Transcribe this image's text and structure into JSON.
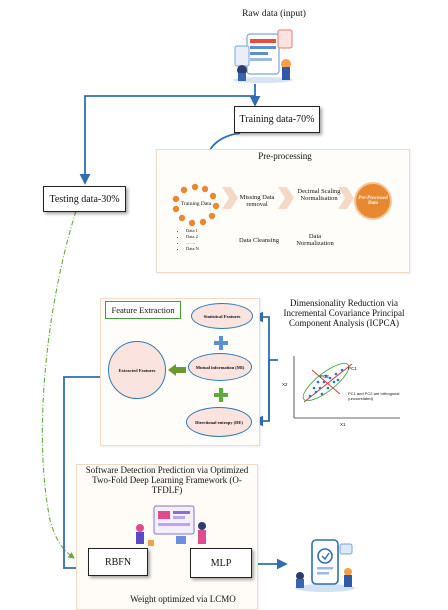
{
  "raw_data": {
    "label": "Raw data (input)"
  },
  "training": {
    "label": "Training data-70%"
  },
  "testing": {
    "label": "Testing data-30%"
  },
  "preprocessing": {
    "title": "Pre-processing",
    "training_data_label": "Training Data",
    "data_list": [
      "Data 1",
      "Data 2",
      "........",
      "Data N"
    ],
    "step1": "Missing Data removal",
    "step2": "Decimal Scaling Normalisation",
    "output": "Pre-Processed Data",
    "caption1": "Data Cleansing",
    "caption2": "Data Normalization"
  },
  "feature_extraction": {
    "title": "Feature Extraction",
    "statistical": "Statistical Features",
    "mutual": "Mutual information (MI)",
    "directional": "Directional entropy (DE)",
    "extracted": "Extracted Features"
  },
  "icpca": {
    "title": "Dimensionality Reduction via Incremental Covariance Principal Component Analysis (ICPCA)",
    "pc1": "PC1",
    "pc2": "PC2",
    "note": "PC1 and PC2 are orthogonal (uncorrelated)",
    "x_axis": "X1",
    "y_axis": "X2"
  },
  "prediction": {
    "title": "Software Detection Prediction via Optimized Two-Fold Deep Learning Framework (O-TFDLF)",
    "rbfn": "RBFN",
    "mlp": "MLP",
    "weight": "Weight optimized via LCMO"
  },
  "colors": {
    "arrow_blue": "#2f6db5",
    "dash_green": "#66aa44",
    "orange_circle": "#e8892f",
    "plus_blue": "#5b8fd1",
    "plus_green": "#5daa3e"
  }
}
